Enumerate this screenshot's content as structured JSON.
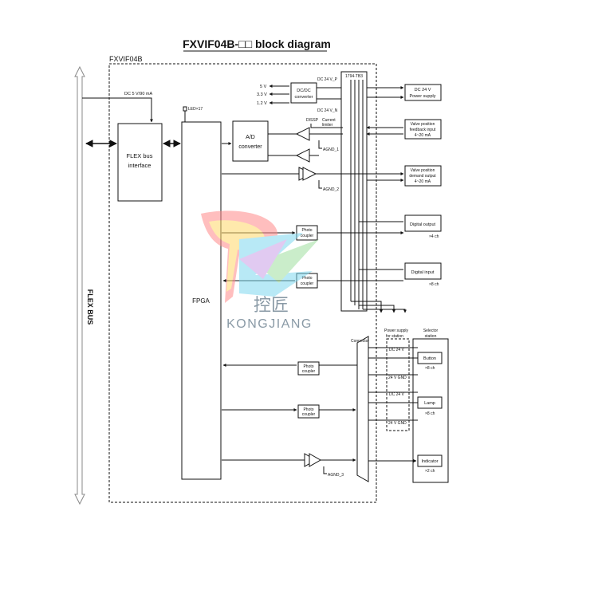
{
  "title": "FXVIF04B-□□ block diagram",
  "module_label": "FXVIF04B",
  "flex_bus": "FLEX BUS",
  "dc5v": "DC 5 V/90 mA",
  "flex_interface": [
    "FLEX bus",
    "interface"
  ],
  "led": "LED×17",
  "fpga": "FPGA",
  "ad": [
    "A/D",
    "converter"
  ],
  "v5": "5 V",
  "v33": "3.3 V",
  "v12": "1.2 V",
  "dcdc": [
    "DC/DC",
    "converter"
  ],
  "dc24p": "DC 24 V_P",
  "dc24n": "DC 24 V_N",
  "tb": "1794-TB3",
  "power_supply": [
    "DC 24 V",
    "Power supply"
  ],
  "dissp": "DISSP",
  "current_limiter": [
    "Current",
    "limiter"
  ],
  "agnd1": "AGND_1",
  "agnd2": "AGND_2",
  "agnd3": "AGND_3",
  "feedback": [
    "Valve position",
    "feedback input",
    "4~20 mA"
  ],
  "demand": [
    "Valve position",
    "demand output",
    "4~20 mA"
  ],
  "photocoupler": [
    "Photo",
    "coupler"
  ],
  "digital_output": "Digital output",
  "digital_input": "Digital input",
  "x4ch": "×4 ch",
  "x8ch": "×8 ch",
  "x2ch": "×2 ch",
  "connector": "Connector",
  "ps_station": [
    "Power supply",
    "for station"
  ],
  "selector_station": [
    "Selector",
    "station"
  ],
  "dc24v": "DC 24 V",
  "gnd24": "24 V GND",
  "button": "Button",
  "lamp": "Lamp",
  "indicator": "Indicator",
  "watermark_cn": "控匠",
  "watermark_en": "KONGJIANG"
}
